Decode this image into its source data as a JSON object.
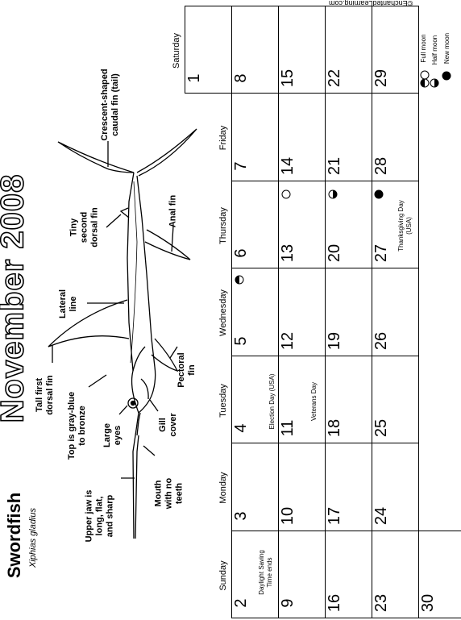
{
  "copyright": "©EnchantedLearning.com",
  "title": "November 2008",
  "fish": {
    "name": "Swordfish",
    "scientific_name": "Xiphias gladius",
    "labels": {
      "caudal": [
        "Crescent-shaped",
        "caudal fin (tail)"
      ],
      "second_dorsal": [
        "Tiny",
        "second",
        "dorsal fin"
      ],
      "anal": [
        "Anal fin"
      ],
      "lateral": [
        "Lateral",
        "line"
      ],
      "pectoral": [
        "Pectoral",
        "fin"
      ],
      "first_dorsal": [
        "Tall first",
        "dorsal fin"
      ],
      "top": [
        "Top is gray-blue",
        "to bronze"
      ],
      "eyes": [
        "Large",
        "eyes"
      ],
      "gill": [
        "Gill",
        "cover"
      ],
      "jaw": [
        "Upper jaw is",
        "long, flat,",
        "and sharp"
      ],
      "mouth": [
        "Mouth",
        "with no",
        "teeth"
      ]
    }
  },
  "calendar": {
    "days": [
      "Sunday",
      "Monday",
      "Tuesday",
      "Wednesday",
      "Thursday",
      "Friday",
      "Saturday"
    ],
    "weeks": [
      [
        "",
        "",
        "",
        "",
        "",
        "",
        "1"
      ],
      [
        "2",
        "3",
        "4",
        "5",
        "6",
        "7",
        "8"
      ],
      [
        "9",
        "10",
        "11",
        "12",
        "13",
        "14",
        "15"
      ],
      [
        "16",
        "17",
        "18",
        "19",
        "20",
        "21",
        "22"
      ],
      [
        "23",
        "24",
        "25",
        "26",
        "27",
        "28",
        "29"
      ],
      [
        "30",
        "",
        "",
        "",
        "",
        "",
        ""
      ]
    ],
    "notes": {
      "daylight": [
        "Daylight Saving",
        "Time ends"
      ],
      "election": "Election Day (USA)",
      "veterans": "Veterans Day",
      "thanksgiving": [
        "Thanksgiving Day",
        "(USA)"
      ]
    },
    "legend": {
      "full": "Full moon",
      "half": "Half moon",
      "new": "New moon"
    }
  }
}
